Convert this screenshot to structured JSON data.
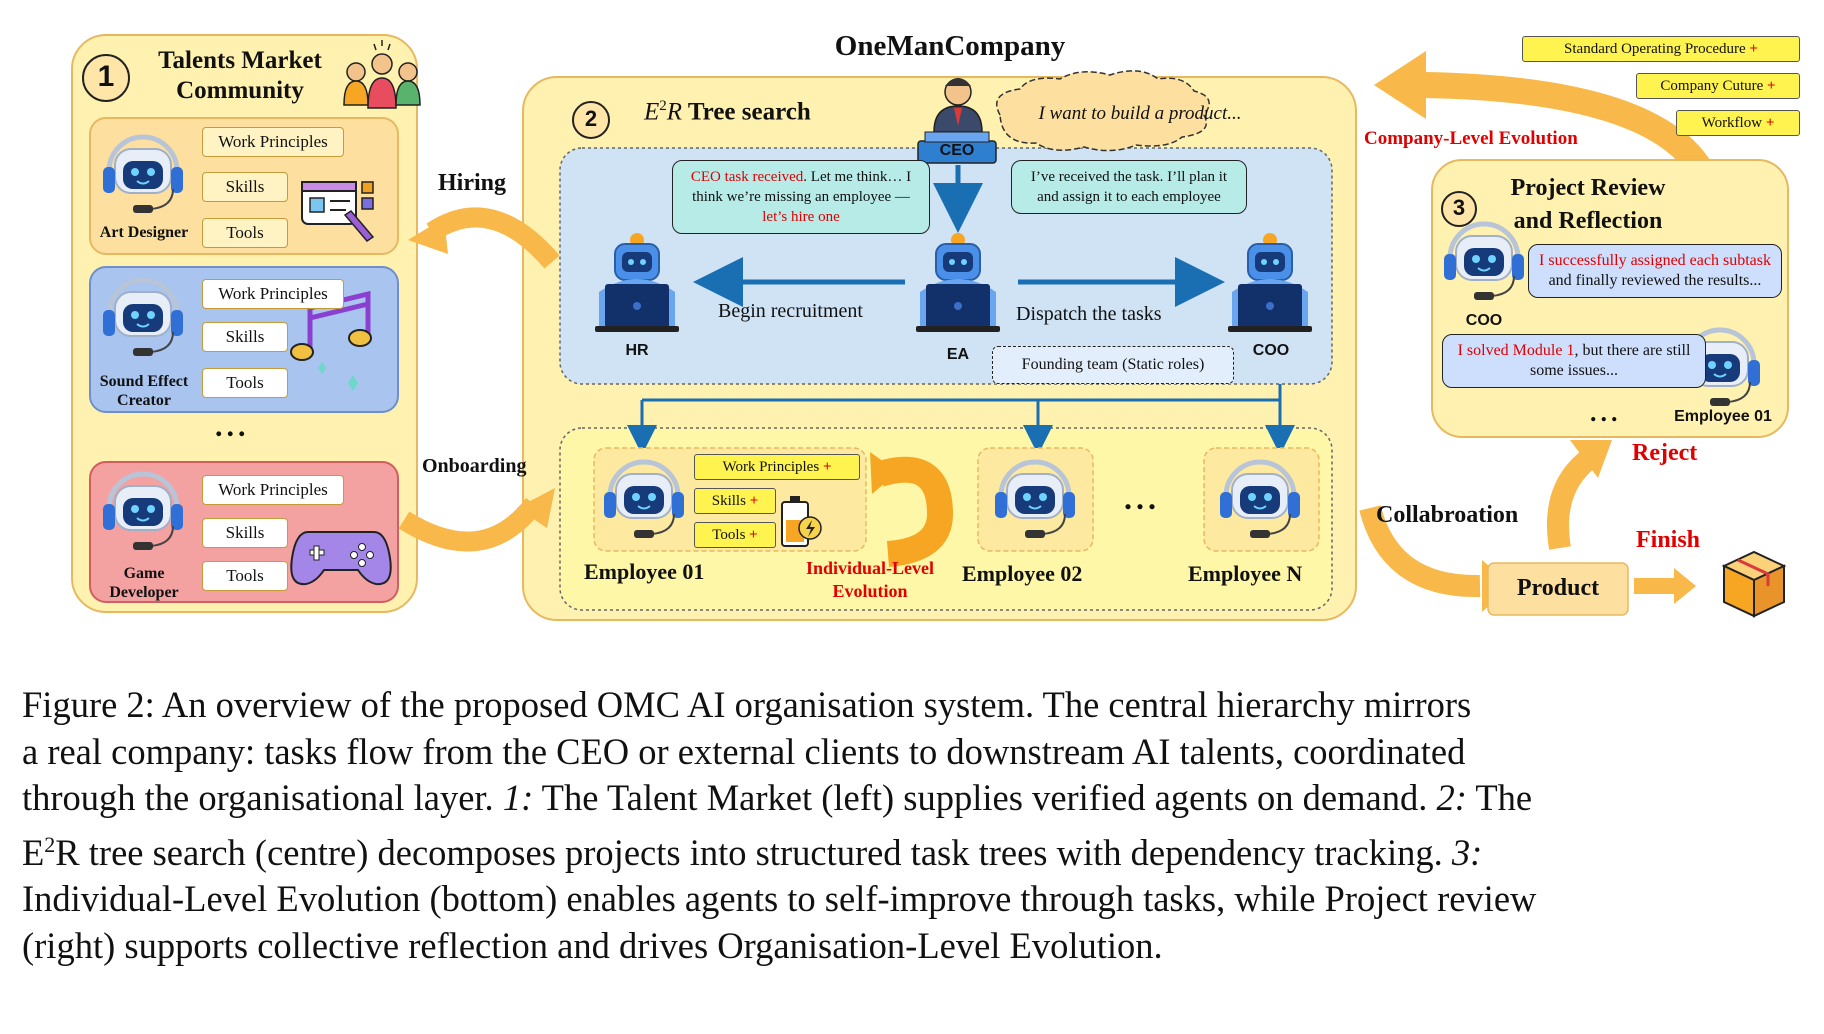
{
  "title": "OneManCompany",
  "section1": {
    "number": "1",
    "title_line1": "Talents Market",
    "title_line2": "Community",
    "talents": [
      {
        "name_line1": "Art Designer",
        "name_line2": "",
        "principles": "Work Principles",
        "skills": "Skills",
        "tools": "Tools"
      },
      {
        "name_line1": "Sound Effect",
        "name_line2": "Creator",
        "principles": "Work Principles",
        "skills": "Skills",
        "tools": "Tools"
      },
      {
        "name_line1": "Game",
        "name_line2": "Developer",
        "principles": "Work Principles",
        "skills": "Skills",
        "tools": "Tools"
      }
    ],
    "ellipsis": "..."
  },
  "arrows": {
    "hiring": "Hiring",
    "onboarding": "Onboarding",
    "company_evolution": "Company-Level Evolution",
    "collaboration": "Collabroation",
    "reject": "Reject",
    "finish": "Finish"
  },
  "section2": {
    "number": "2",
    "title_math": "E",
    "title_sup": "2",
    "title_r": "R",
    "title_rest": " Tree search",
    "ceo_label": "CEO",
    "ceo_thought": "I want to build a product...",
    "bubble_left": {
      "red1": "CEO task received",
      "plain": ". Let me think… I think we’re missing an employee — ",
      "red2": "let’s hire one"
    },
    "bubble_right": "I’ve received the task. I’ll plan it and assign it to each employee",
    "begin_recruitment": "Begin recruitment",
    "dispatch_tasks": "Dispatch the tasks",
    "hr": "HR",
    "ea": "EA",
    "coo": "COO",
    "founding_team": "Founding team (Static roles)",
    "employee1": "Employee 01",
    "employee2": "Employee 02",
    "employeeN": "Employee N",
    "emp_principles": "Work Principles",
    "emp_skills": "Skills",
    "emp_tools": "Tools",
    "plus": "+",
    "individual_evolution_line1": "Individual-Level",
    "individual_evolution_line2": "Evolution",
    "dots": "..."
  },
  "tags": [
    {
      "text": "Standard Operating Procedure",
      "plus": "+"
    },
    {
      "text": "Company Cuture",
      "plus": "+"
    },
    {
      "text": "Workflow",
      "plus": "+"
    }
  ],
  "section3": {
    "number": "3",
    "title_line1": "Project Review",
    "title_line2": "and Reflection",
    "coo": "COO",
    "bubble_coo": {
      "red": "I successfully assigned each subtask",
      "plain": " and finally reviewed the results..."
    },
    "bubble_emp": {
      "red": "I solved Module 1",
      "plain": ", but there are still some issues..."
    },
    "employee": "Employee 01",
    "dots": "..."
  },
  "product": "Product",
  "caption": {
    "line1": "Figure 2:  An overview of the proposed OMC AI organisation system.  The central hierarchy mirrors",
    "line2": "a real company:  tasks flow from the CEO or external clients to downstream AI talents, coordinated",
    "line3_a": "through the organisational layer. ",
    "line3_i": "1:",
    "line3_b": " The Talent Market (left) supplies verified agents on demand. ",
    "line3_i2": "2:",
    "line3_c": " The",
    "line4_a": "E",
    "line4_sup": "2",
    "line4_b": "R tree search (centre) decomposes projects into structured task trees with dependency tracking.  ",
    "line4_i": "3:",
    "line5": "Individual-Level Evolution (bottom) enables agents to self-improve through tasks, while Project review",
    "line6": "(right) supports collective reflection and drives Organisation-Level Evolution."
  },
  "colors": {
    "panel_yellow": "#fff1b0",
    "panel_border": "#e8b860",
    "blue_region": "#cfe3f5",
    "arrow_orange": "#f8b84a",
    "arrow_blue": "#1a6fb3",
    "red": "#e00000",
    "bubble_teal": "#b6ebe8",
    "bubble_blue": "#cddffc"
  }
}
